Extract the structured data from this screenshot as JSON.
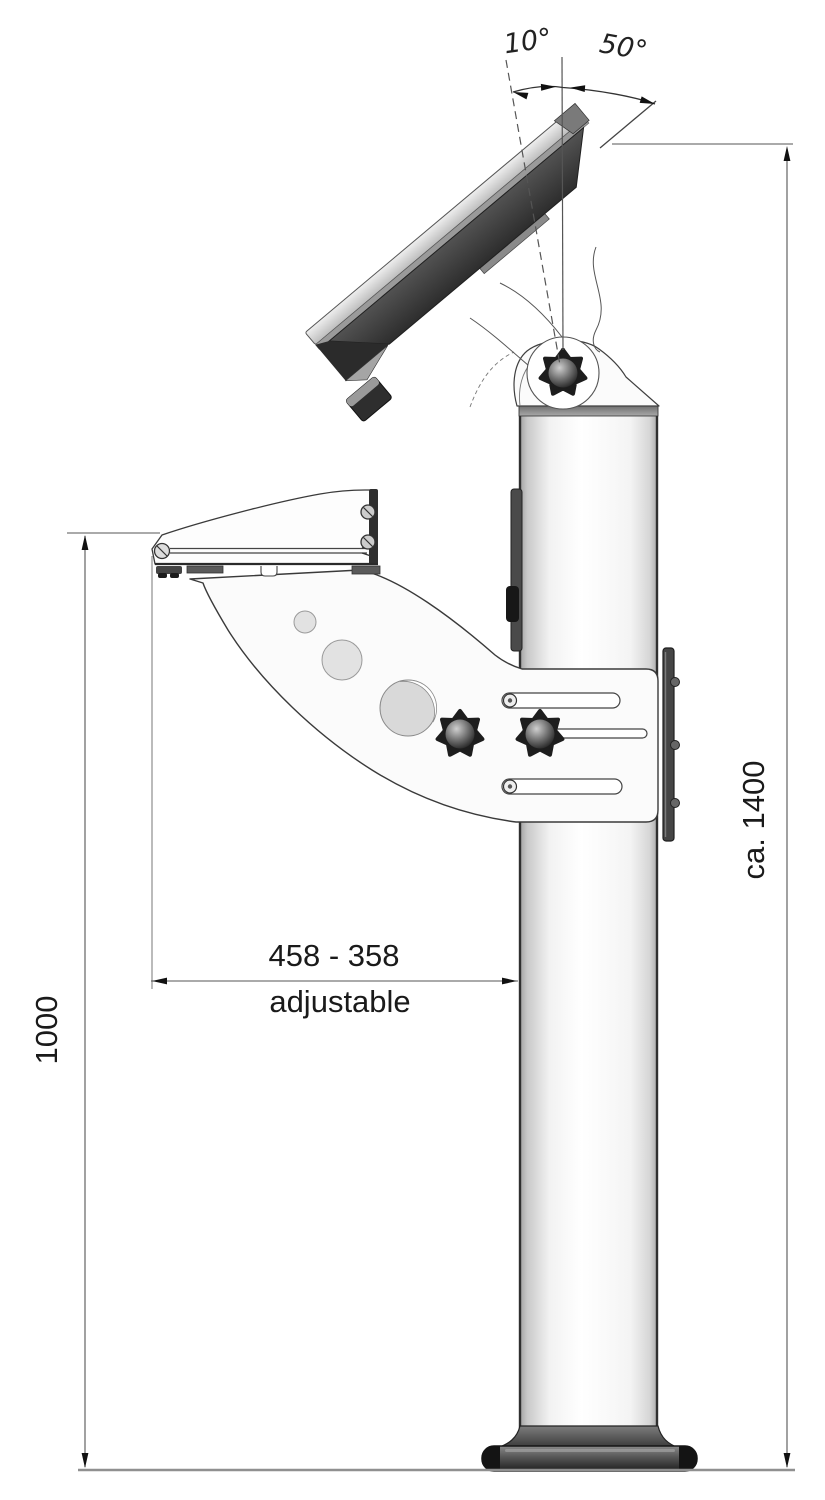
{
  "drawing": {
    "description": "Technical side-view drawing of a pole-mounted tilting monitor with curved support arm and tray",
    "labels": {
      "angle_left": "10°",
      "angle_right": "50°",
      "height_total": "ca. 1400",
      "height_tray": "1000",
      "reach": "458 - 358",
      "reach_note": "adjustable"
    },
    "colors": {
      "outline": "#3a3a3a",
      "dimension_line": "#555555",
      "monitor_back": "#3f3f3f",
      "monitor_bezel": "#d9d9d9",
      "knob": "#1d1d1d",
      "arm_fill": "#fbfbfb",
      "base": "#2e2e2e",
      "pole_edge": "#333333",
      "ground": "#909090"
    }
  }
}
